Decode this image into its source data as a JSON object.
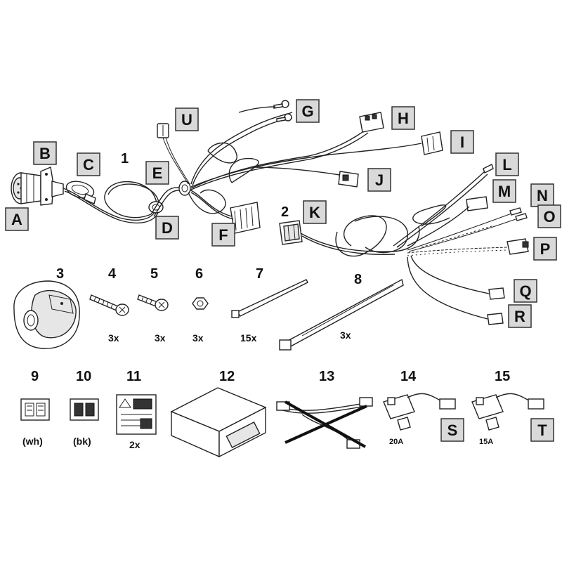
{
  "callouts": {
    "A": "A",
    "B": "B",
    "C": "C",
    "D": "D",
    "E": "E",
    "F": "F",
    "G": "G",
    "H": "H",
    "I": "I",
    "J": "J",
    "K": "K",
    "L": "L",
    "M": "M",
    "N": "N",
    "O": "O",
    "P": "P",
    "Q": "Q",
    "R": "R",
    "S": "S",
    "T": "T",
    "U": "U"
  },
  "parts": [
    {
      "number": "1",
      "quantity": "",
      "note": ""
    },
    {
      "number": "2",
      "quantity": "",
      "note": ""
    },
    {
      "number": "3",
      "quantity": "",
      "note": ""
    },
    {
      "number": "4",
      "quantity": "3x",
      "note": ""
    },
    {
      "number": "5",
      "quantity": "3x",
      "note": ""
    },
    {
      "number": "6",
      "quantity": "3x",
      "note": ""
    },
    {
      "number": "7",
      "quantity": "15x",
      "note": ""
    },
    {
      "number": "8",
      "quantity": "3x",
      "note": ""
    },
    {
      "number": "9",
      "quantity": "",
      "note": "(wh)"
    },
    {
      "number": "10",
      "quantity": "",
      "note": "(bk)"
    },
    {
      "number": "11",
      "quantity": "2x",
      "note": ""
    },
    {
      "number": "12",
      "quantity": "",
      "note": ""
    },
    {
      "number": "13",
      "quantity": "",
      "note": ""
    },
    {
      "number": "14",
      "quantity": "",
      "note": "20A"
    },
    {
      "number": "15",
      "quantity": "",
      "note": "15A"
    }
  ]
}
